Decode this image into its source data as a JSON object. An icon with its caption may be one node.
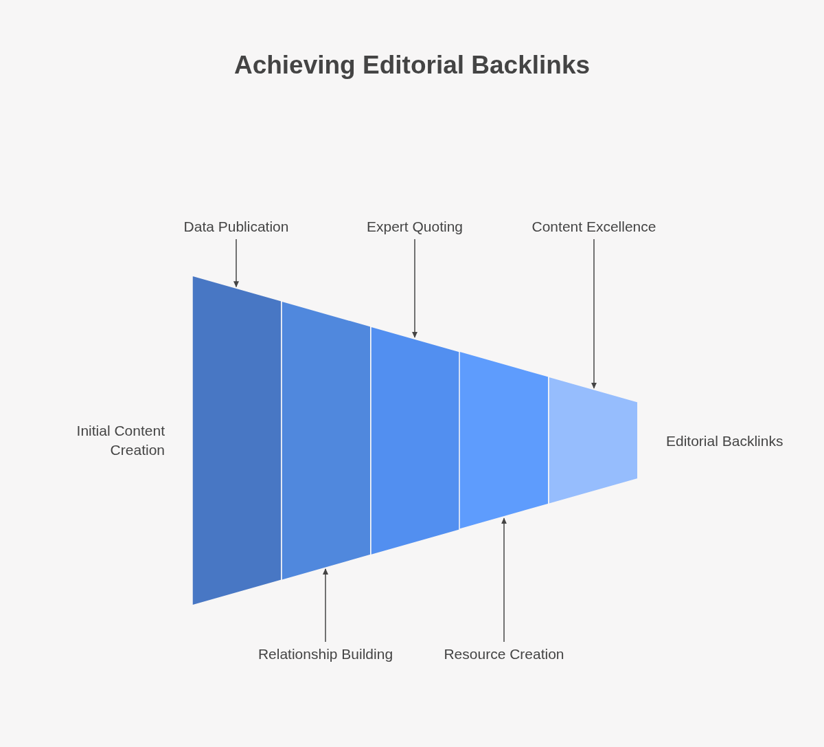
{
  "diagram": {
    "title": "Achieving Editorial Backlinks",
    "nodes": [
      {
        "text": [
          "Data Publication"
        ]
      },
      {
        "text": [
          "Expert Quoting"
        ]
      },
      {
        "text": [
          "Content Excellence"
        ]
      },
      {
        "text": [],
        "shape": "box"
      },
      {
        "text": [],
        "shape": "box"
      },
      {
        "text": [],
        "shape": "box"
      },
      {
        "text": [],
        "shape": "box"
      },
      {
        "text": [],
        "shape": "box"
      },
      {
        "text": [
          "Relationship Building"
        ]
      },
      {
        "text": [
          "Resource Creation"
        ]
      }
    ],
    "edges": [
      {
        "from": 0,
        "to": 3,
        "arrow": "to"
      },
      {
        "from": 1,
        "to": 5,
        "arrow": "to"
      },
      {
        "from": 2,
        "to": 7,
        "arrow": "to"
      },
      {
        "from": 8,
        "to": 4,
        "arrow": "to"
      },
      {
        "from": 9,
        "to": 6,
        "arrow": "to"
      }
    ],
    "labels": [
      "Initial Content Creation",
      "Editorial Backlinks"
    ]
  }
}
